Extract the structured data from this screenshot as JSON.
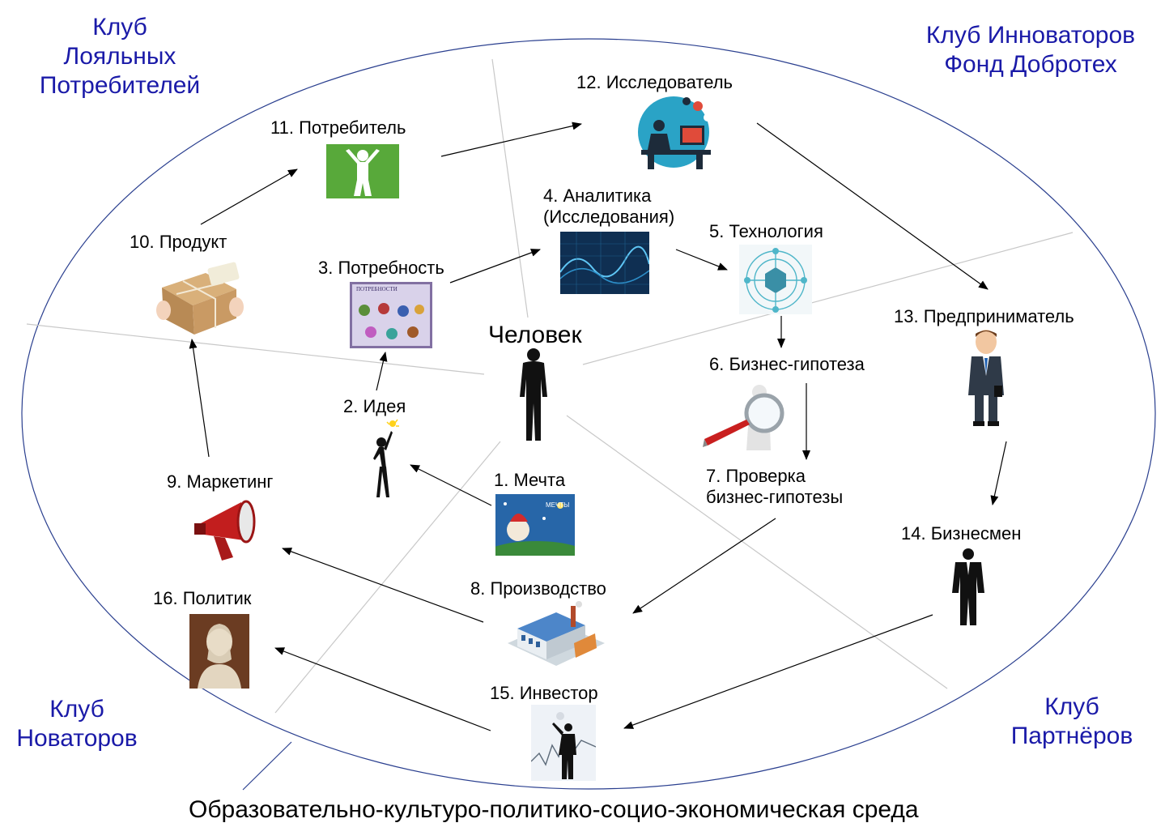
{
  "clubs": {
    "loyal": [
      "Клуб",
      "Лояльных",
      "Потребителей"
    ],
    "innovators": [
      "Клуб Инноваторов",
      "Фонд Добротех"
    ],
    "novators": [
      "Клуб",
      "Новаторов"
    ],
    "partners": [
      "Клуб",
      "Партнёров"
    ]
  },
  "center": "Человек",
  "footer": "Образовательно-культуро-политико-социо-экономическая среда",
  "nodes": [
    {
      "id": "dream",
      "label": "1. Мечта",
      "icon": "dream-poster-icon",
      "picture_text": "МЕЧТЫ"
    },
    {
      "id": "idea",
      "label": "2. Идея",
      "icon": "idea-person-icon"
    },
    {
      "id": "need",
      "label": "3. Потребность",
      "icon": "needs-board-icon",
      "picture_text": "ПОТРЕБНОСТИ"
    },
    {
      "id": "analytics",
      "label": [
        "4. Аналитика",
        "(Исследования)"
      ],
      "icon": "data-wave-icon"
    },
    {
      "id": "technology",
      "label": "5. Технология",
      "icon": "tech-network-icon"
    },
    {
      "id": "hypothesis",
      "label": "6. Бизнес-гипотеза",
      "icon": "magnifier-icon"
    },
    {
      "id": "check",
      "label": [
        "7. Проверка",
        "бизнес-гипотезы"
      ]
    },
    {
      "id": "production",
      "label": "8. Производство",
      "icon": "factory-icon"
    },
    {
      "id": "marketing",
      "label": "9. Маркетинг",
      "icon": "megaphone-icon"
    },
    {
      "id": "product",
      "label": "10. Продукт",
      "icon": "parcel-icon"
    },
    {
      "id": "consumer",
      "label": "11. Потребитель",
      "icon": "person-green-icon"
    },
    {
      "id": "researcher",
      "label": "12. Исследователь",
      "icon": "researcher-desk-icon"
    },
    {
      "id": "entrepreneur",
      "label": "13. Предприниматель",
      "icon": "businessman-cartoon-icon"
    },
    {
      "id": "businessman",
      "label": "14. Бизнесмен",
      "icon": "businessman-silhouette-icon"
    },
    {
      "id": "investor",
      "label": "15. Инвестор",
      "icon": "investor-chart-icon"
    },
    {
      "id": "politician",
      "label": "16. Политик",
      "icon": "bust-statue-icon"
    }
  ],
  "arrows": [
    [
      "dream",
      "idea"
    ],
    [
      "idea",
      "need"
    ],
    [
      "need",
      "analytics"
    ],
    [
      "analytics",
      "technology"
    ],
    [
      "technology",
      "hypothesis"
    ],
    [
      "hypothesis",
      "check"
    ],
    [
      "check",
      "production"
    ],
    [
      "production",
      "marketing"
    ],
    [
      "marketing",
      "product"
    ],
    [
      "product",
      "consumer"
    ],
    [
      "consumer",
      "researcher"
    ],
    [
      "researcher",
      "entrepreneur"
    ],
    [
      "entrepreneur",
      "businessman"
    ],
    [
      "businessman",
      "investor"
    ],
    [
      "investor",
      "politician"
    ]
  ],
  "colors": {
    "club_text": "#1a1aa8",
    "ellipse": "#2a3f8f",
    "divider": "#c8c8c8",
    "arrow": "#000000"
  }
}
